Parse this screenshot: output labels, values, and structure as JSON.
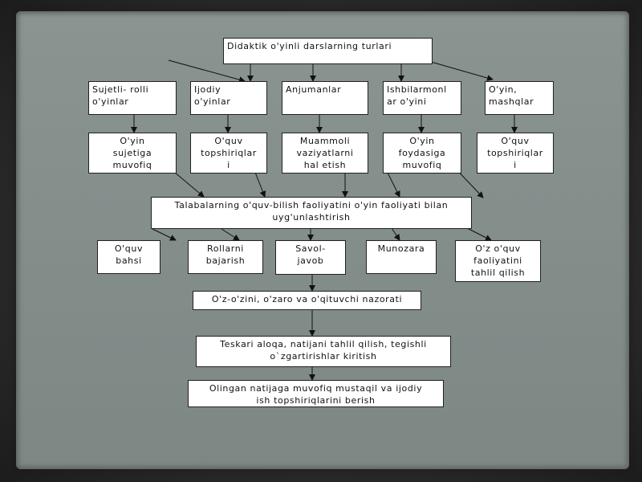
{
  "diagram": {
    "title": "Didaktik o'yinli darslarning turlari",
    "types": {
      "type1": "Sujetli- rolli\no'yinlar",
      "type2": "Ijodiy\no'yinlar",
      "type3": "Anjumanlar",
      "type4": "Ishbilarmonl\nar o'yini",
      "type5": "O'yin,\nmashqlar"
    },
    "subtypes": {
      "sub1": "O'yin\nsujetiga\nmuvofiq",
      "sub2": "O'quv\ntopshiriqlar\ni",
      "sub3": "Muammoli\nvaziyatlarni\nhal etish",
      "sub4": "O'yin\nfoydasiga\nmuvofiq",
      "sub5": "O'quv\ntopshiriqlar\ni"
    },
    "integration": "Talabalarning o'quv-bilish faoliyatini o'yin faoliyati bilan\nuyg'unlashtirish",
    "activities": {
      "act1": "O'quv\nbahsi",
      "act2": "Rollarni\nbajarish",
      "act3": "Savol-\njavob",
      "act4": "Munozara",
      "act5": "O'z o'quv\nfaoliyatini\ntahlil qilish"
    },
    "control": "O'z-o'zini, o'zaro va o'qituvchi nazorati",
    "feedback": "Teskari aloqa, natijani tahlil qilish, tegishli\no`zgartirishlar kiritish",
    "final": "Olingan natijaga muvofiq mustaqil va ijodiy\nish topshiriqlarini berish"
  }
}
